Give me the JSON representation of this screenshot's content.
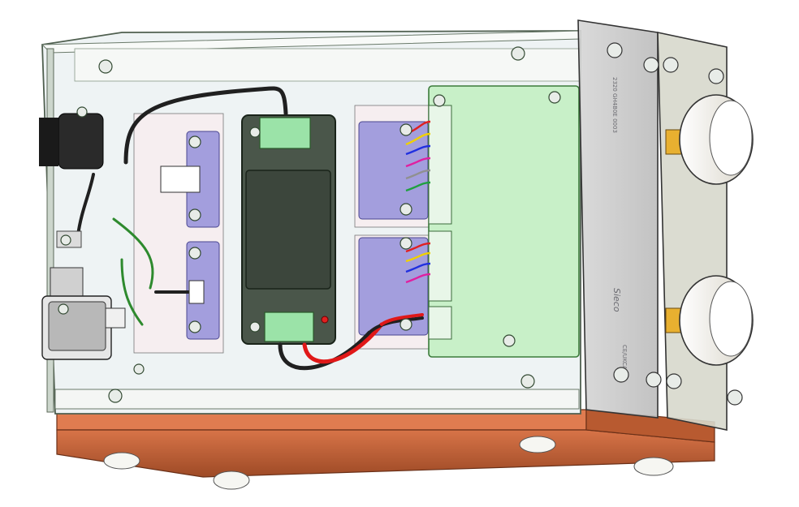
{
  "scene": {
    "subject": "cad-render-electronics-enclosure",
    "colors": {
      "base_plate": "#c8643a",
      "enclosure_glass": "#e9eef0",
      "frame_edge": "#5c6a5a",
      "heatsink_blue": "#8b86d6",
      "pcb_green": "#c8f0c8",
      "transformer_dark": "#3e4a3e",
      "connector_green": "#9be3a8",
      "knob_white": "#f4f2ea",
      "knob_shaft": "#e8b030",
      "wire_red": "#e01818",
      "wire_black": "#202020",
      "wire_green": "#2e8a2e",
      "led_red": "#e02020"
    },
    "ribbon_colors": [
      "#e02020",
      "#f0d000",
      "#2030e0",
      "#e020a0",
      "#909090",
      "#20a040"
    ],
    "panel_label": "Sieco",
    "panel_stamp_top": "2320 GH4B0E 0003",
    "panel_stamp_bottom": "CE/UKCA"
  }
}
